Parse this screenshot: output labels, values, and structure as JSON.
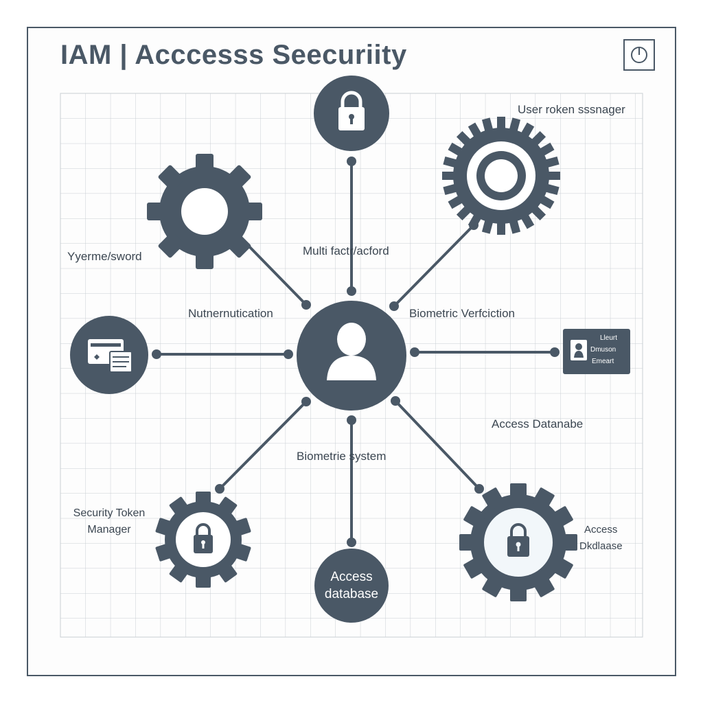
{
  "title": "IAM | Acccesss Seecuriity",
  "labels": {
    "user_token_manager": "User roken sssnager",
    "username_password": "Yyerme/sword",
    "multi_factor": "Multi factr/acford",
    "authentication": "Nutnernutication",
    "biometric_verification": "Biometric Verfciction",
    "access_database_right": "Access Datanabe",
    "biometric_system": "Biometrie system",
    "security_token_line1": "Security Token",
    "security_token_line2": "Manager",
    "access_db_bottom_right_line1": "Access",
    "access_db_bottom_right_line2": "Dkdlaase",
    "access_db_bottom_line1": "Access",
    "access_db_bottom_line2": "database"
  },
  "badge": {
    "line1": "Lleurt",
    "line2": "Dmuson",
    "line3": "Emeart"
  },
  "icons": {
    "top": "lock-icon",
    "center": "user-icon",
    "upper_left": "gear-icon",
    "upper_right": "gear-icon",
    "left": "id-card-icon",
    "lower_left": "gear-lock-icon",
    "lower_right": "gear-lock-icon",
    "bottom": "database-node",
    "corner": "power-icon"
  },
  "colors": {
    "node": "#4a5866",
    "line": "#4a5866",
    "grid": "#c9ced4",
    "text": "#3b4651",
    "background": "#ffffff"
  }
}
